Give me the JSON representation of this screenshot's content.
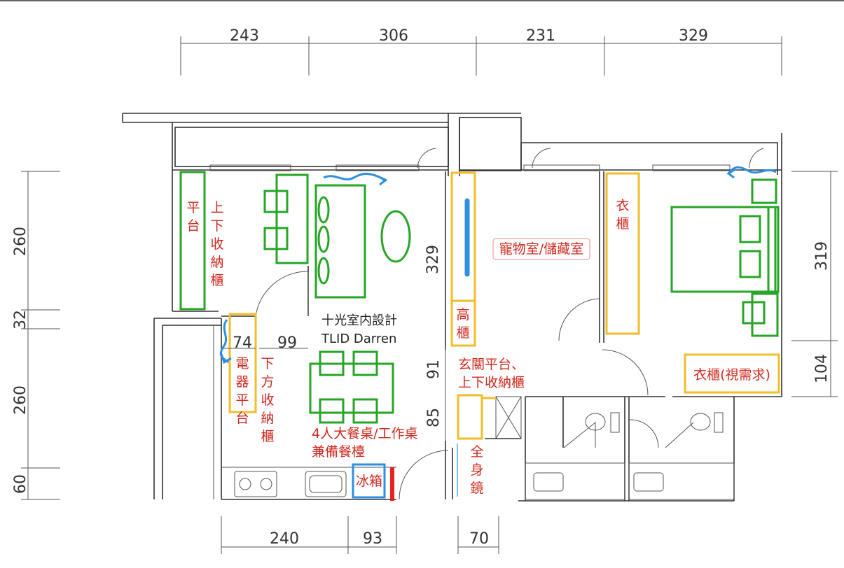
{
  "dimensions": {
    "top": [
      "243",
      "306",
      "231",
      "329"
    ],
    "left": [
      "260",
      "32",
      "260",
      "60"
    ],
    "right": [
      "319",
      "104"
    ],
    "bottom": [
      "240",
      "93",
      "70"
    ],
    "inner": {
      "hall_329": "329",
      "d74": "74",
      "d99": "99",
      "d91": "91",
      "d85": "85"
    }
  },
  "labels": {
    "platform": [
      "平",
      "台"
    ],
    "storage_updown": [
      "上",
      "下",
      "收",
      "納",
      "櫃"
    ],
    "pet_room": "寵物室/儲藏室",
    "wardrobe": [
      "衣",
      "櫃"
    ],
    "tall_cabinet": [
      "高",
      "櫃"
    ],
    "appliance_platform": [
      "電",
      "器",
      "平",
      "台"
    ],
    "lower_storage": [
      "下",
      "方",
      "收",
      "納",
      "櫃"
    ],
    "dining": [
      "4人大餐桌/工作桌",
      "兼備餐檯"
    ],
    "entry_platform": [
      "玄關平台、",
      "上下收納櫃"
    ],
    "full_mirror": [
      "全",
      "身",
      "鏡"
    ],
    "fridge": "冰箱",
    "wardrobe_optional": "衣櫃(視需求)"
  },
  "designer": {
    "line1": "十光室内設計",
    "line2": "TLID Darren"
  },
  "colors": {
    "furniture": "#26a526",
    "cabinet": "#f1bd2a",
    "label": "#d0281e",
    "appliance": "#2d8fe0"
  }
}
